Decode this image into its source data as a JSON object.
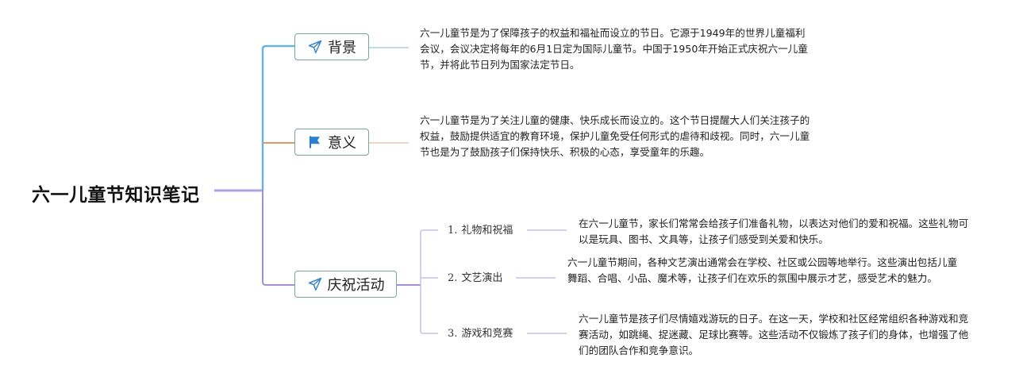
{
  "root": {
    "title": "六一儿童节知识笔记"
  },
  "branches": [
    {
      "label": "背景",
      "icon": "paper-plane-icon",
      "color": "#6ab4dc",
      "text": "六一儿童节是为了保障孩子的权益和福祉而设立的节日。它源于1949年的世界儿童福利会议，会议决定将每年的6月1日定为国际儿童节。中国于1950年开始正式庆祝六一儿童节，并将此节日列为国家法定节日。"
    },
    {
      "label": "意义",
      "icon": "flag-icon",
      "color": "#e8946a",
      "text": "六一儿童节是为了关注儿童的健康、快乐成长而设立的。这个节日提醒大人们关注孩子的权益，鼓励提供适宜的教育环境，保护儿童免受任何形式的虐待和歧视。同时，六一儿童节也是为了鼓励孩子们保持快乐、积极的心态，享受童年的乐趣。"
    },
    {
      "label": "庆祝活动",
      "icon": "paper-plane-icon",
      "color": "#a48fd6",
      "subtopics": [
        {
          "num": "1.",
          "label": "礼物和祝福",
          "text": "在六一儿童节，家长们常常会给孩子们准备礼物，以表达对他们的爱和祝福。这些礼物可以是玩具、图书、文具等，让孩子们感受到关爱和快乐。"
        },
        {
          "num": "2.",
          "label": "文艺演出",
          "text": "六一儿童节期间，各种文艺演出通常会在学校、社区或公园等地举行。这些演出包括儿童舞蹈、合唱、小品、魔术等，让孩子们在欢乐的氛围中展示才艺，感受艺术的魅力。"
        },
        {
          "num": "3.",
          "label": "游戏和竞赛",
          "text": "六一儿童节是孩子们尽情嬉戏游玩的日子。在这一天，学校和社区经常组织各种游戏和竞赛活动，如跳绳、捉迷藏、足球比赛等。这些活动不仅锻炼了孩子们的身体，也增强了他们的团队合作和竞争意识。"
        }
      ]
    }
  ],
  "colors": {
    "root_line": "#a9a4e6",
    "node_border": "#7aa6a1",
    "background_line": "#6ab4dc",
    "meaning_line": "#e8946a",
    "celebration_line": "#a48fd6",
    "sub_line": "#c6c1ec"
  }
}
